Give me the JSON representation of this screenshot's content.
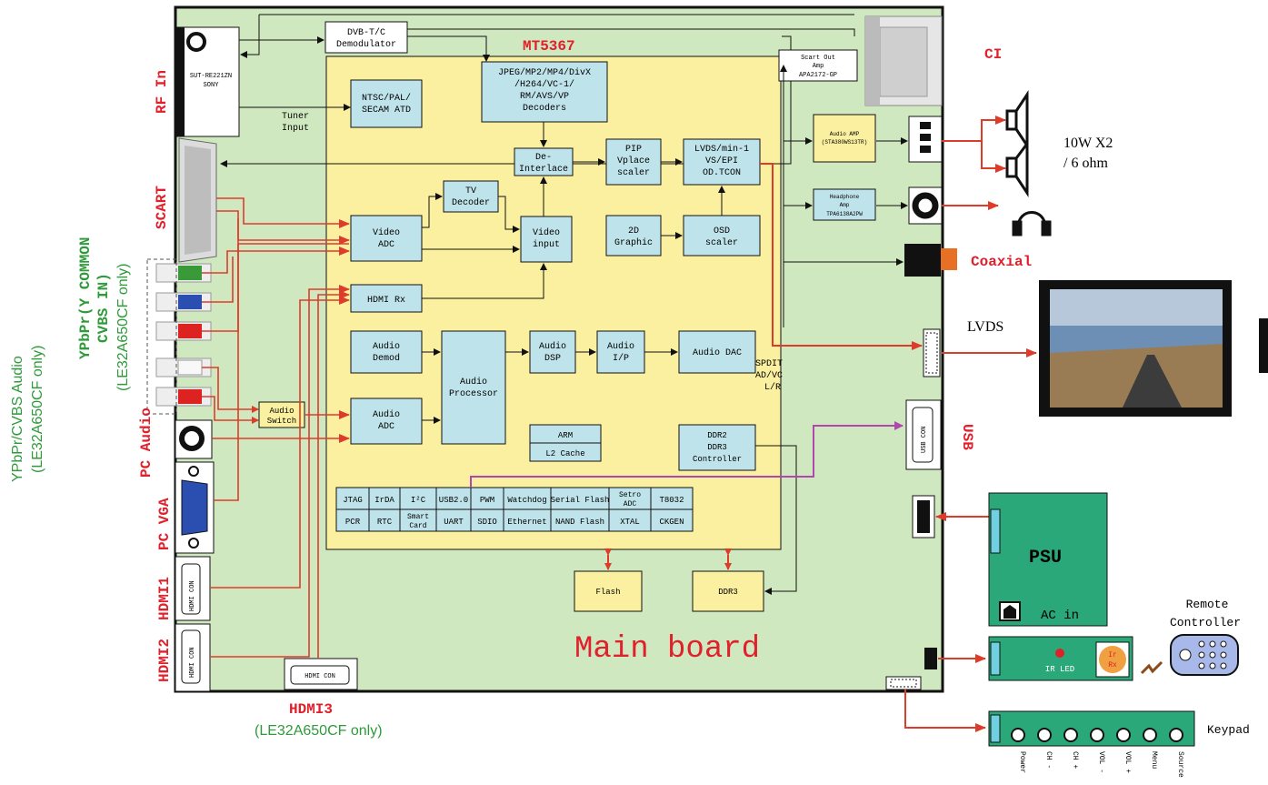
{
  "board": {
    "title": "Main board",
    "chip_name": "MT5367"
  },
  "outside_left": {
    "rf": "RF In",
    "scart": "SCART",
    "ypbpr_vert_1": "YPbPr(Y COMMON",
    "ypbpr_vert_2": "CVBS IN)",
    "ypbpr_vert_3": "(LE32A650CF only)",
    "ypbpr_audio_1": "YPbPr/CVBS Audio",
    "ypbpr_audio_2": "(LE32A650CF only)",
    "pc_audio": "PC Audio",
    "pc_vga": "PC VGA",
    "hdmi1": "HDMI1",
    "hdmi2": "HDMI2",
    "hdmi3": "HDMI3",
    "hdmi3_note": "(LE32A650CF only)"
  },
  "connectors": {
    "tuner_1": "SUT-RE221ZN",
    "tuner_2": "SONY",
    "hdmi_con": "HDMI CON",
    "usb_con": "USB CON"
  },
  "blocks": {
    "dvb_1": "DVB-T/C",
    "dvb_2": "Demodulator",
    "tuner_input_1": "Tuner",
    "tuner_input_2": "Input",
    "ntsc_1": "NTSC/PAL/",
    "ntsc_2": "SECAM ATD",
    "dec_1": "JPEG/MP2/MP4/DivX",
    "dec_2": "/H264/VC-1/",
    "dec_3": "RM/AVS/VP",
    "dec_4": "Decoders",
    "deint_1": "De-",
    "deint_2": "Interlace",
    "pip_1": "PIP",
    "pip_2": "Vplace",
    "pip_3": "scaler",
    "lvds_1": "LVDS/min-1",
    "lvds_2": "VS/EPI",
    "lvds_3": "OD.TCON",
    "tvdec_1": "TV",
    "tvdec_2": "Decoder",
    "vadc_1": "Video",
    "vadc_2": "ADC",
    "vin_1": "Video",
    "vin_2": "input",
    "g2d_1": "2D",
    "g2d_2": "Graphic",
    "osd_1": "OSD",
    "osd_2": "scaler",
    "hdmirx": "HDMI Rx",
    "ademod_1": "Audio",
    "ademod_2": "Demod",
    "aproc_1": "Audio",
    "aproc_2": "Processor",
    "adsp_1": "Audio",
    "adsp_2": "DSP",
    "aip_1": "Audio",
    "aip_2": "I/P",
    "adac": "Audio DAC",
    "aadc_1": "Audio",
    "aadc_2": "ADC",
    "arm": "ARM",
    "l2": "L2 Cache",
    "ddrc_1": "DDR2",
    "ddrc_2": "DDR3",
    "ddrc_3": "Controller",
    "spdif_1": "SPDIT",
    "spdif_2": "AD/VC",
    "spdif_3": "L/R",
    "audio_switch_1": "Audio",
    "audio_switch_2": "Switch",
    "scart_out_1": "Scart Out",
    "scart_out_2": "Amp",
    "scart_out_3": "APA2172-GP",
    "audio_amp_1": "Audio AMP",
    "audio_amp_2": "(STA380WS13TR)",
    "hp_amp_1": "Headphone",
    "hp_amp_2": "Amp",
    "hp_amp_3": "TPA6138A2PW",
    "flash": "Flash",
    "ddr3": "DDR3"
  },
  "peripherals": {
    "row1": [
      "JTAG",
      "IrDA",
      "I²C",
      "USB2.0",
      "PWM",
      "Watchdog",
      "Serial Flash",
      "Setro ADC",
      "T8032"
    ],
    "row2": [
      "PCR",
      "RTC",
      "Smart Card",
      "UART",
      "SDIO",
      "Ethernet",
      "NAND Flash",
      "XTAL",
      "CKGEN"
    ]
  },
  "outside_right": {
    "ci": "CI",
    "speaker_1": "10W X2",
    "speaker_2": "/ 6 ohm",
    "coaxial": "Coaxial",
    "lvds": "LVDS",
    "usb": "USB",
    "psu": "PSU",
    "ac_in": "AC in",
    "remote_1": "Remote",
    "remote_2": "Controller",
    "ir_led": "IR LED",
    "ir_1": "Ir",
    "ir_2": "Rx",
    "keypad": "Keypad",
    "keys": [
      "Power",
      "CH -",
      "CH +",
      "VOL -",
      "VOL +",
      "Menu",
      "Source"
    ]
  },
  "colors": {
    "board_bg": "#cfe8c0",
    "chip_bg": "#fbf0a0",
    "block_bg": "#bfe3ea",
    "signal_red": "#dd3c2a",
    "label_red": "#e0202a",
    "label_green": "#2e9a3a",
    "usb_purple": "#b048b0",
    "psu_green": "#2aa879"
  }
}
